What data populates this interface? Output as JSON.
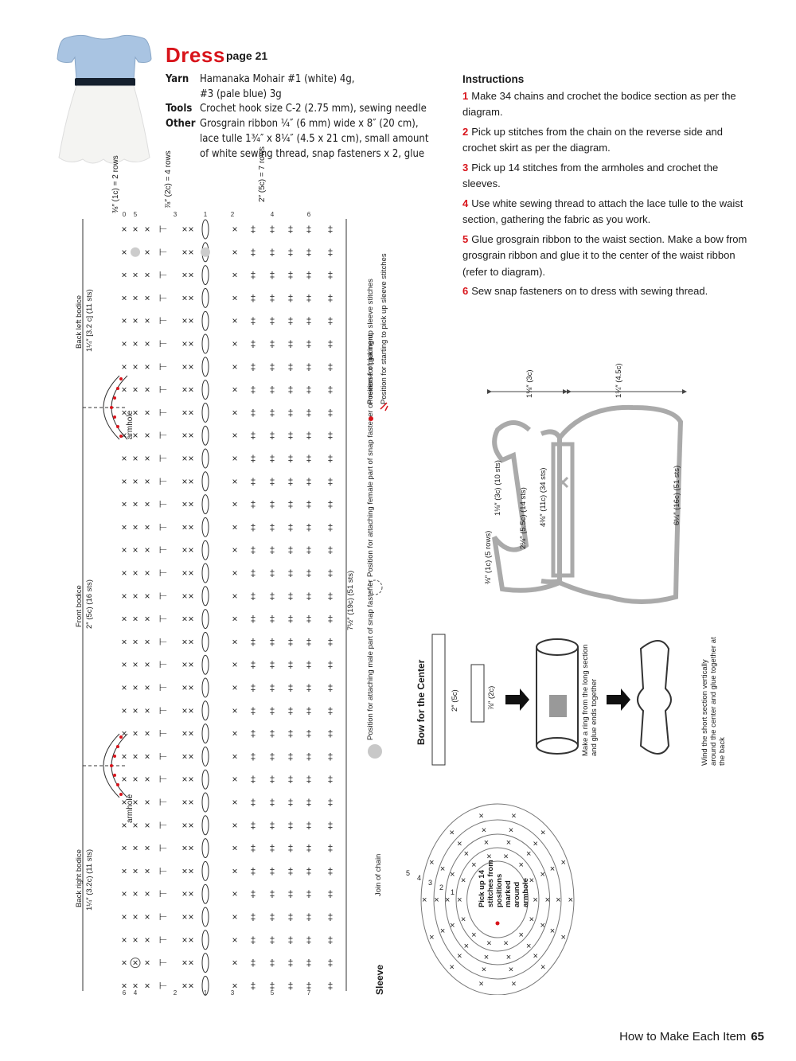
{
  "header": {
    "title": "Dress",
    "page_ref": "page 21"
  },
  "materials": {
    "yarn_label": "Yarn",
    "yarn_value": "Hamanaka Mohair #1 (white) 4g,",
    "yarn_value_2": "#3 (pale blue) 3g",
    "tools_label": "Tools",
    "tools_value": "Crochet hook size C-2 (2.75 mm), sewing needle",
    "other_label": "Other",
    "other_value_1": "Grosgrain ribbon ¼″ (6 mm) wide x 8″ (20 cm),",
    "other_value_2": "lace tulle 1¾″ x 8¼″ (4.5 x 21 cm), small amount",
    "other_value_3": "of white sewing thread, snap fasteners x 2, glue"
  },
  "instructions": {
    "heading": "Instructions",
    "steps": [
      {
        "num": "1",
        "text": "Make 34 chains and crochet the bodice section as per the diagram."
      },
      {
        "num": "2",
        "text": "Pick up stitches from the chain on the reverse side and crochet skirt as per the diagram."
      },
      {
        "num": "3",
        "text": "Pick up 14 stitches from the armholes and crochet the sleeves."
      },
      {
        "num": "4",
        "text": "Use white sewing thread to attach the lace tulle to the waist section, gathering the fabric as you work."
      },
      {
        "num": "5",
        "text": "Glue grosgrain ribbon to the waist section. Make a bow from grosgrain ribbon and glue it to the center of the waist ribbon (refer to diagram)."
      },
      {
        "num": "6",
        "text": "Sew snap fasteners on to dress with sewing thread."
      }
    ]
  },
  "chart": {
    "top_dim_1": "⅜″ (1c) = 2 rows",
    "top_dim_2": "⅞″ (2c) = 4 rows",
    "top_dim_3": "2″ (5c) = 7 rows",
    "back_left": "Back left bodice",
    "back_left_dim": "1¼″ [3.2 c] (11 sts)",
    "front": "Front bodice",
    "front_dim": "2″ (5c) (16 sts)",
    "back_right": "Back right bodice",
    "back_right_dim": "1¼″ (3.2c) (11 sts)",
    "armhole": "armhole",
    "skirt_dim": "7½″ (19c) (51 sts)",
    "row_top": [
      "0",
      "5",
      "3",
      "1",
      "2",
      "4",
      "6"
    ],
    "row_bottom": [
      "6",
      "4",
      "2",
      "1",
      "3",
      "5",
      "7"
    ]
  },
  "legend": {
    "male": "Position for attaching male part of snap fastener",
    "female": "Position for attaching female part of snap fastener on reverse of garment",
    "pick_sleeve": "Position for picking up sleeve stitches",
    "start_sleeve": "Position for starting to pick up sleeve stitches"
  },
  "schematic": {
    "top_left": "1⅛″ (3c)",
    "top_right": "1¾″ (4.5c)",
    "bodice_h": "1⅛″ (3c) (10 sts)",
    "waist": "4⅜″ (11c) (34 sts)",
    "skirt_width": "6¼″ (16c) (51 sts)",
    "sleeve_w": "2⅛″ (5.5c) (14 sts)",
    "sleeve_h": "⅜″ (1c) (5 rows)"
  },
  "bow": {
    "title": "Bow for the Center",
    "long": "2″ (5c)",
    "short": "⅞″ (2c)",
    "step1": "Make a ring from the long section and glue ends together",
    "step2": "Wind the short section vertically around the center and glue together at the back"
  },
  "sleeve": {
    "title": "Sleeve",
    "join": "Join of chain",
    "center": "Pick up 14 stitches from positions marked around armhole",
    "rounds": [
      "5",
      "4",
      "3",
      "2",
      "1"
    ]
  },
  "footer": {
    "section": "How to Make Each Item",
    "page": "65"
  },
  "colors": {
    "accent": "#d8141b",
    "gray": "#b3b3b3"
  }
}
